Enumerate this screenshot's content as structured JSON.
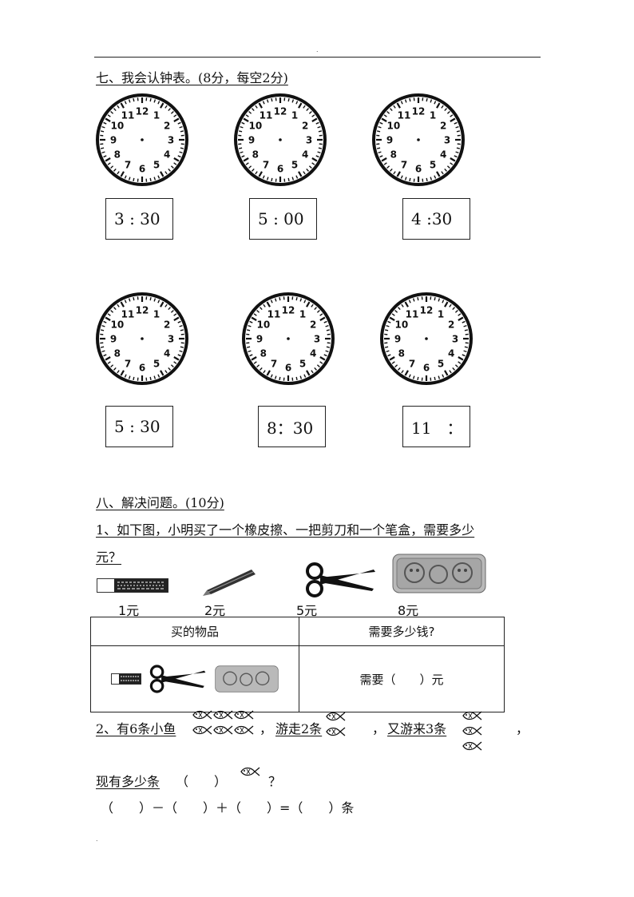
{
  "page": {
    "top_dot": ".",
    "bottom_dot": "."
  },
  "section7": {
    "title": "七、我会认钟表。(8分，每空2分)",
    "clock_face_numbers": [
      "12",
      "1",
      "2",
      "3",
      "4",
      "5",
      "6",
      "7",
      "8",
      "9",
      "10",
      "11"
    ],
    "times": [
      "3 : 30",
      "5 : 00",
      "4 :30",
      "5 : 30",
      "8：30",
      "11   ："
    ]
  },
  "section8": {
    "title": "八、解决问题。(10分)",
    "q1": {
      "text_line1": "1、如下图，小明买了一个橡皮擦、一把剪刀和一个笔盒，需要多少",
      "text_line2": "元？",
      "items": [
        {
          "icon": "eraser-icon",
          "price": "1元"
        },
        {
          "icon": "pencil-icon",
          "price": "2元"
        },
        {
          "icon": "scissors-icon",
          "price": "5元"
        },
        {
          "icon": "pencil-case-icon",
          "price": "8元"
        }
      ],
      "table": {
        "col1_header": "买的物品",
        "col2_header": "需要多少钱?",
        "answer_text": "需要（　　）元"
      }
    },
    "q2": {
      "part1": "2、有6条小鱼",
      "part2": "，",
      "part3": "游走2条",
      "part4": "，",
      "part5": "又游来3条",
      "part6": "，",
      "line2_a": "现有多少条",
      "line2_b": "（　　）",
      "line2_c": "？",
      "equation": "（　　）－（　　）＋（　　）=（　　）条",
      "fish_icon": "fish-icon"
    }
  }
}
